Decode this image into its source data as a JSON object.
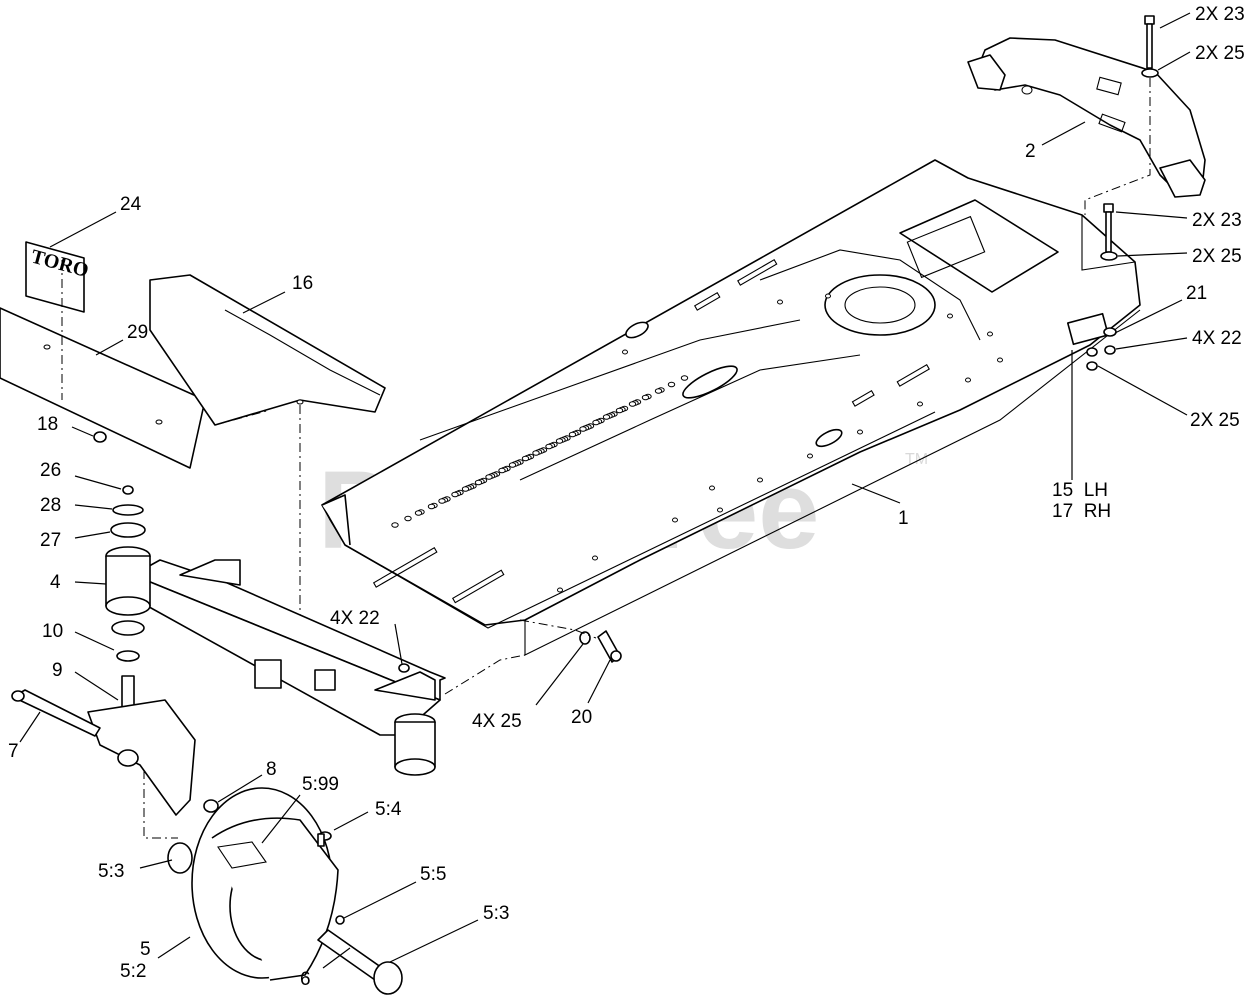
{
  "watermark": {
    "text": "PartsTree",
    "tm": "TM"
  },
  "decal_logo": {
    "text": "TORO"
  },
  "callouts": {
    "c1": "1",
    "c2": "2",
    "c2x23_top": "2X 23",
    "c2x25_top": "2X 25",
    "c2x23_mid": "2X 23",
    "c2x25_mid": "2X 25",
    "c21": "21",
    "c4x22_right": "4X 22",
    "c2x25_low": "2X 25",
    "c15": "15  LH",
    "c17": "17  RH",
    "c24": "24",
    "c16": "16",
    "c29": "29",
    "c18": "18",
    "c26": "26",
    "c28": "28",
    "c27": "27",
    "c4": "4",
    "c10": "10",
    "c9": "9",
    "c7": "7",
    "c8": "8",
    "c4x22_mid": "4X 22",
    "c4x25": "4X 25",
    "c20": "20",
    "c5_99": "5:99",
    "c5_4": "5:4",
    "c5_3_left": "5:3",
    "c5_5": "5:5",
    "c5_3_right": "5:3",
    "c5": "5",
    "c5_2": "5:2",
    "c6": "6"
  }
}
